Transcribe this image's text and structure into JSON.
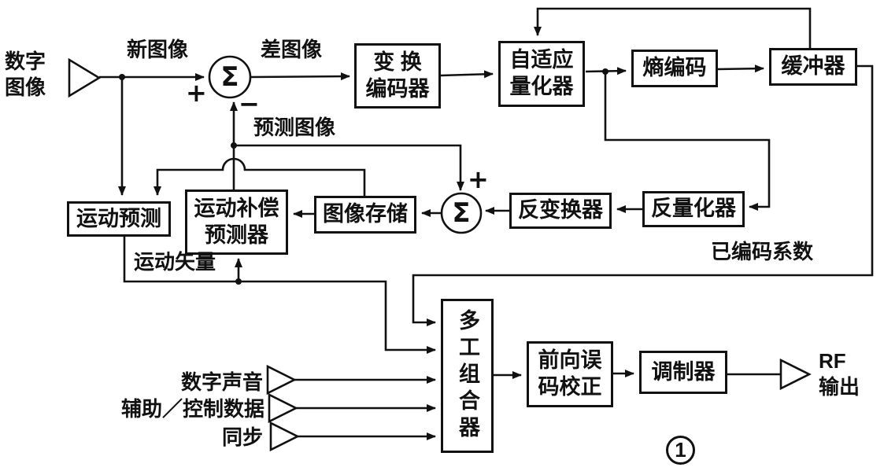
{
  "figure": {
    "blocks": {
      "transform_coder": "变  换\n编码器",
      "adaptive_quantizer": "自适应\n量化器",
      "entropy_coder": "熵编码",
      "buffer": "缓冲器",
      "motion_predictor": "运动预测",
      "mc_predictor": "运动补偿\n预测器",
      "image_store": "图像存储",
      "inverse_transformer": "反变换器",
      "inverse_quantizer": "反量化器",
      "multiplexer": "多工组合器",
      "fec": "前向误\n码校正",
      "modulator": "调制器"
    },
    "labels": {
      "digital_image": "数字\n图像",
      "new_image": "新图像",
      "diff_image": "差图像",
      "pred_image": "预测图像",
      "motion_vector": "运动矢量",
      "coded_coeff": "已编码系数",
      "digital_audio": "数字声音",
      "aux_control": "辅助／控制数据",
      "sync": "同步",
      "rf_output": "RF\n输出",
      "figure_number": "1"
    },
    "symbols": {
      "sum": "Σ",
      "plus": "+",
      "minus": "−"
    },
    "colors": {
      "ink": "#111111",
      "paper": "#ffffff"
    }
  }
}
